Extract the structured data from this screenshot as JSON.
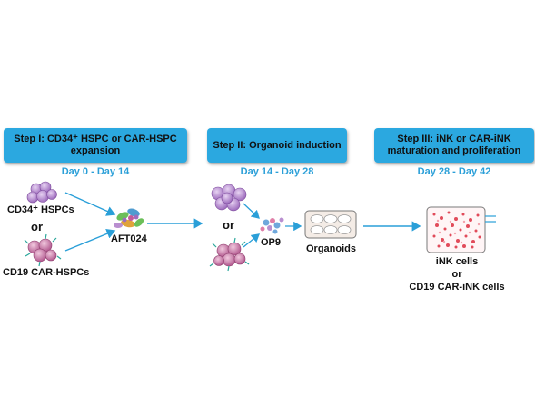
{
  "steps": [
    {
      "title_line1": "Step I: CD34⁺ HSPC or CAR-HSPC",
      "title_line2": "expansion",
      "days": "Day 0 - Day 14"
    },
    {
      "title_line1": "Step II: Organoid induction",
      "title_line2": "",
      "days": "Day 14 - Day 28"
    },
    {
      "title_line1": "Step III: iNK or CAR-iNK",
      "title_line2": "maturation and proliferation",
      "days": "Day 28 - Day 42"
    }
  ],
  "labels": {
    "cd34": "CD34⁺ HSPCs",
    "or1": "or",
    "cd19": "CD19 CAR-HSPCs",
    "aft024": "AFT024",
    "or2": "or",
    "op9": "OP9",
    "organoids": "Organoids",
    "result_line1": "iNK cells",
    "result_line2": "or",
    "result_line3": "CD19 CAR-iNK cells"
  },
  "colors": {
    "step_box": "#2ba8e0",
    "day_text": "#2a9fd8",
    "arrow": "#2a9fd8",
    "hspc_cell": "#b98fd0",
    "car_cell": "#c97fb2",
    "car_receptor": "#2aa79b"
  }
}
